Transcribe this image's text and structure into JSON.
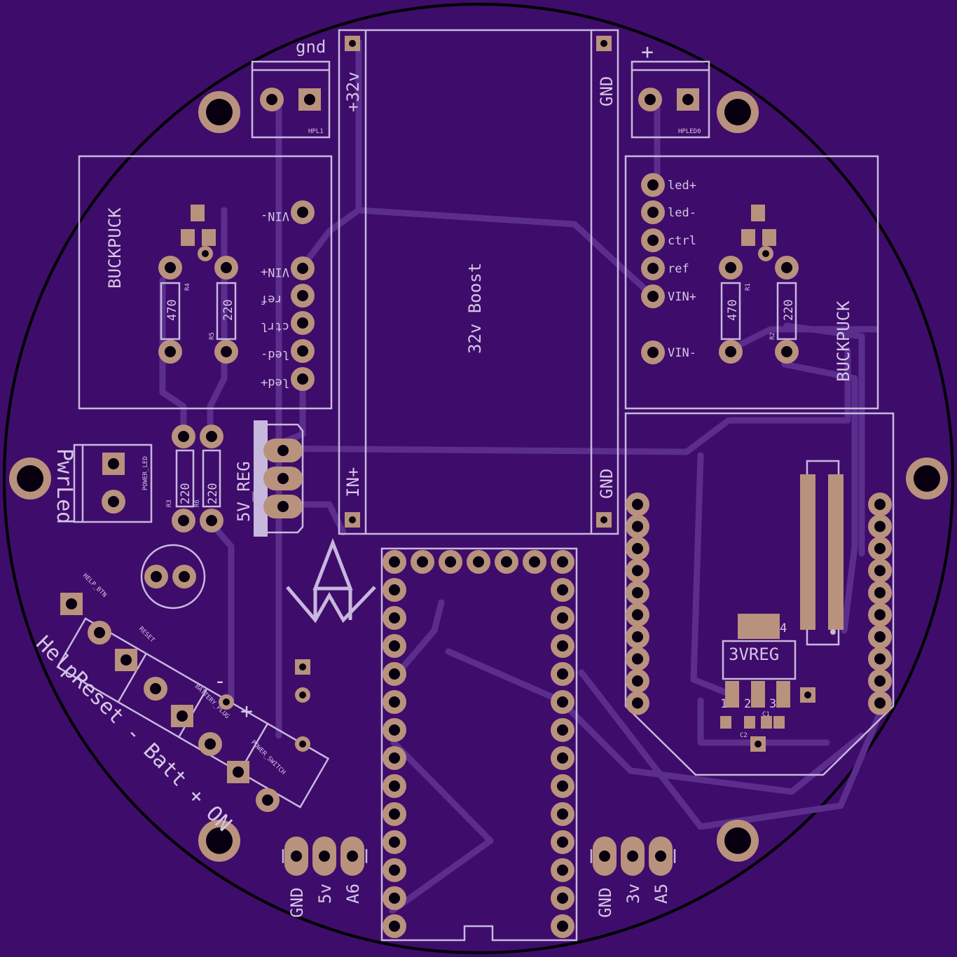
{
  "colors": {
    "board": "#3e0c6a",
    "pad": "#b8927c",
    "hole": "#080010",
    "silk": "#c7b8dd",
    "trace": "#5b2e8e",
    "outline": "#000000"
  },
  "labels": {
    "gnd": "gnd",
    "plus_top": "+",
    "plus32v": "+32v",
    "gnd_top": "GND",
    "gnd_bottom": "GND",
    "in_plus": "IN+",
    "boost": "32v Boost",
    "hpl1": "HPL1",
    "hpled0": "HPLED0",
    "buckpuck": "BUCKPUCK",
    "buck_pins_left": [
      "VIN-",
      "VIN+",
      "ref",
      "ctrl",
      "led-",
      "led+"
    ],
    "buck_pins_right": [
      "led+",
      "led-",
      "ctrl",
      "ref",
      "VIN+",
      "VIN-"
    ],
    "r4": "R4",
    "r5": "R5",
    "r1": "R1",
    "r2": "R2",
    "r3": "R3",
    "r6": "R6",
    "v470": "470",
    "v220": "220",
    "pwrled": "PwrLed",
    "power_led": "POWER_LED",
    "vreg5": "5V_REG",
    "vreg3": "3VREG",
    "reg_pins": [
      "1",
      "2",
      "3",
      "4"
    ],
    "c1": "C1",
    "c2": "C2",
    "help_btn": "HELP_BTN",
    "reset": "RESET",
    "battery_plug": "BATTERY_PLUG",
    "power_switch": "POWER_SWITCH",
    "help_text": "HelpReset - Batt + ON",
    "minus": "-",
    "plus": "+",
    "hdr_left": [
      "GND",
      "5v",
      "A6"
    ],
    "hdr_right": [
      "GND",
      "3v",
      "A5"
    ]
  }
}
